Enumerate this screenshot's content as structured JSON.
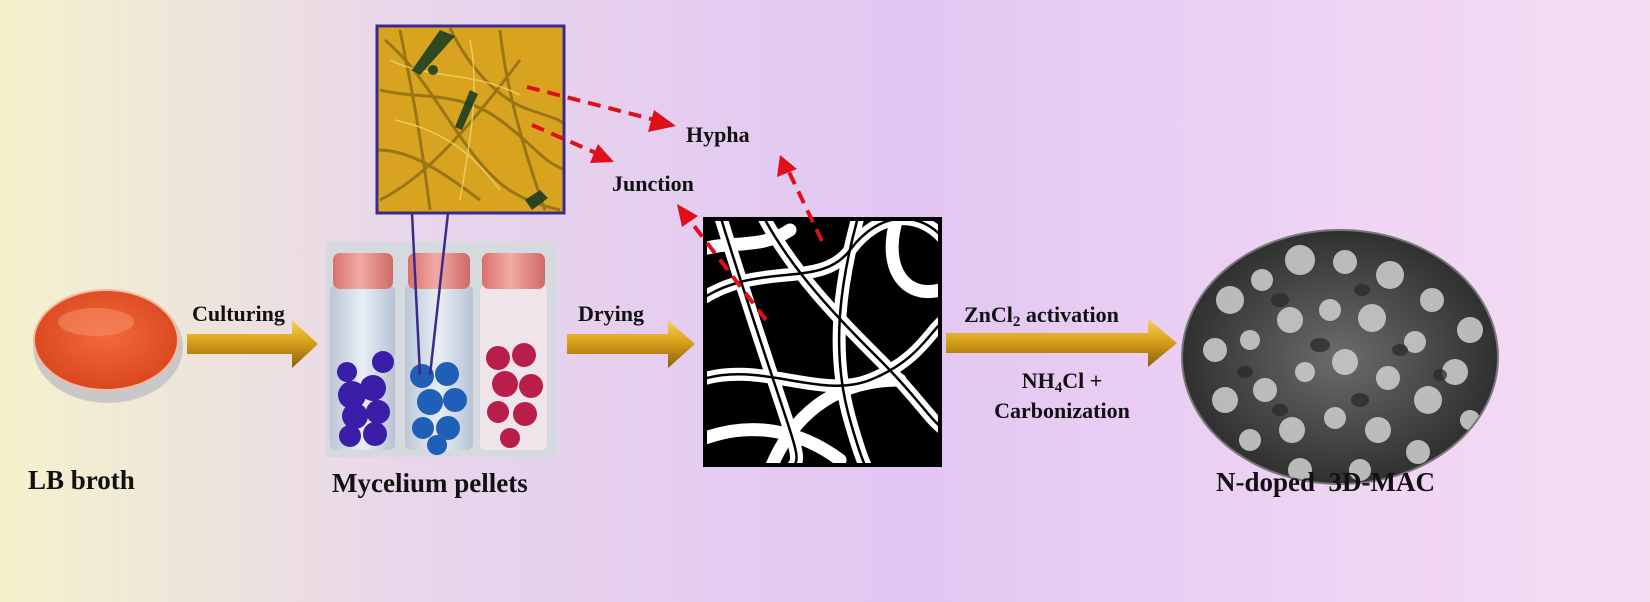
{
  "colors": {
    "arrow_fill": "#d4a017",
    "dashed_arrow": "#e0101a",
    "micro_frame": "#3b2a8c",
    "dish_broth": "#e84a22",
    "cap_pink": "#e8938e"
  },
  "stages": {
    "lb_broth": "LB broth",
    "mycelium_pellets": "Mycelium pellets",
    "product": "N-doped  3D-MAC"
  },
  "steps": {
    "culturing": "Culturing",
    "drying": "Drying",
    "activation_prefix": "ZnCl",
    "activation_sub": "2",
    "activation_suffix": " activation",
    "nh4_prefix": "NH",
    "nh4_sub": "4",
    "nh4_suffix": "Cl +",
    "carbonization": "Carbonization"
  },
  "callouts": {
    "hypha": "Hypha",
    "junction": "Junction"
  }
}
